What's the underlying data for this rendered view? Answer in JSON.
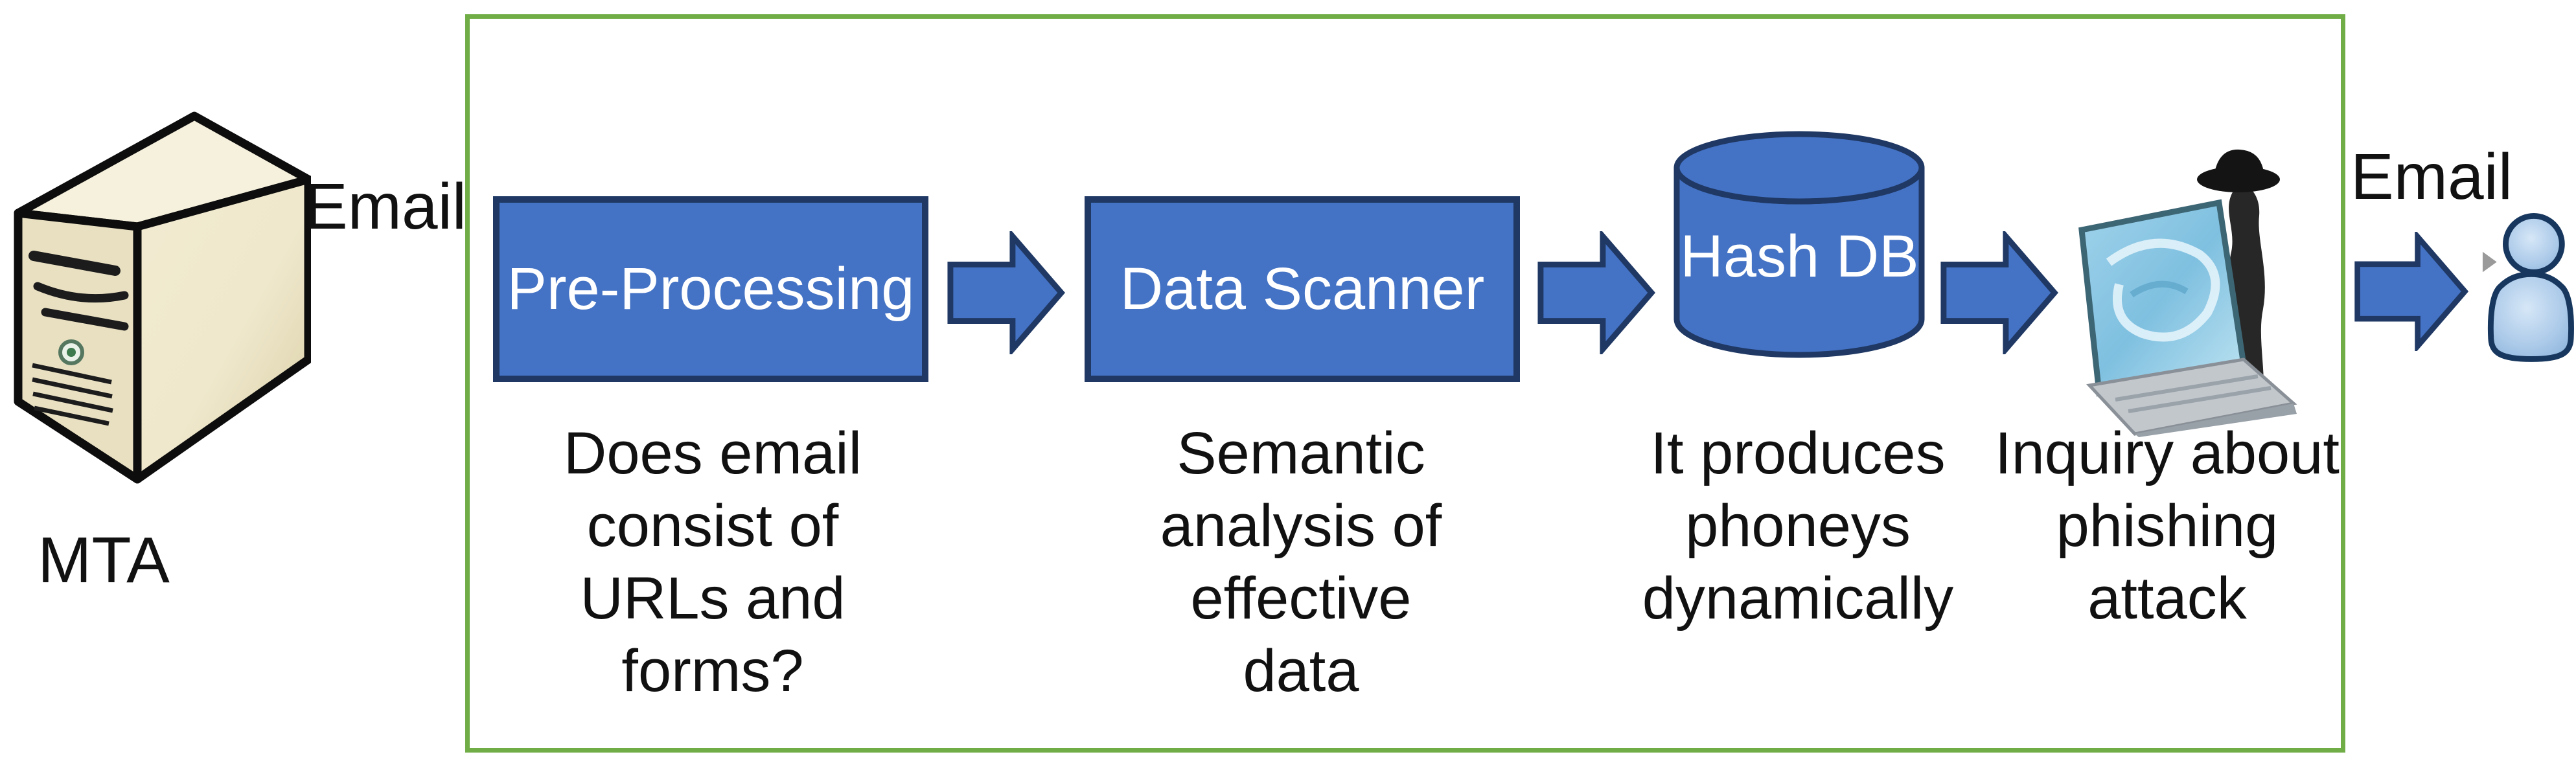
{
  "colors": {
    "accent": "#4472C4",
    "shape-border": "#1F3864",
    "frame-green": "#70AD47",
    "text": "#111111",
    "label-on-accent": "#FFFFFF"
  },
  "diagram": {
    "source": {
      "icon": "server-tower",
      "label": "MTA",
      "edge_label": "Email"
    },
    "steps": [
      {
        "label": "Pre-Processing",
        "shape": "box",
        "caption": "Does email\nconsist of\nURLs and\nforms?"
      },
      {
        "label": "Data Scanner",
        "shape": "box",
        "caption": "Semantic\nanalysis of\neffective\ndata"
      },
      {
        "label": "Hash DB",
        "shape": "database-cylinder",
        "caption": "It produces\nphoneys\ndynamically"
      },
      {
        "label": "",
        "shape": "laptop-hacker-image",
        "caption": "Inquiry about\nphishing\nattack"
      }
    ],
    "recipient": {
      "icon": "person",
      "edge_label": "Email"
    }
  }
}
